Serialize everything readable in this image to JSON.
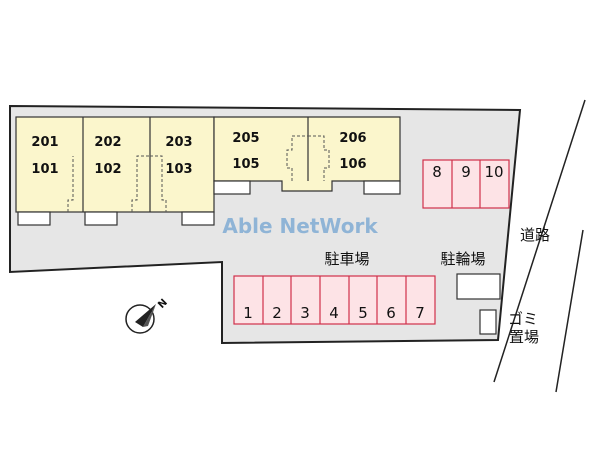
{
  "watermark": "Able NetWork",
  "units": {
    "u201": "201",
    "u101": "101",
    "u202": "202",
    "u102": "102",
    "u203": "203",
    "u103": "103",
    "u205": "205",
    "u105": "105",
    "u206": "206",
    "u106": "106"
  },
  "labels": {
    "parking": "駐車場",
    "bicycle_parking": "駐輪場",
    "garbage_line1": "ゴミ",
    "garbage_line2": "置場",
    "road": "道路",
    "compass_north": "N"
  },
  "parking_spaces_lower": [
    "1",
    "2",
    "3",
    "4",
    "5",
    "6",
    "7"
  ],
  "parking_spaces_upper": [
    "8",
    "9",
    "10"
  ],
  "colors": {
    "site_fill": "#e6e6e6",
    "building_fill": "#fbf6cc",
    "parking_fill": "#fde3e6",
    "parking_stroke": "#d0304a",
    "watermark": "#8fb4d6"
  }
}
